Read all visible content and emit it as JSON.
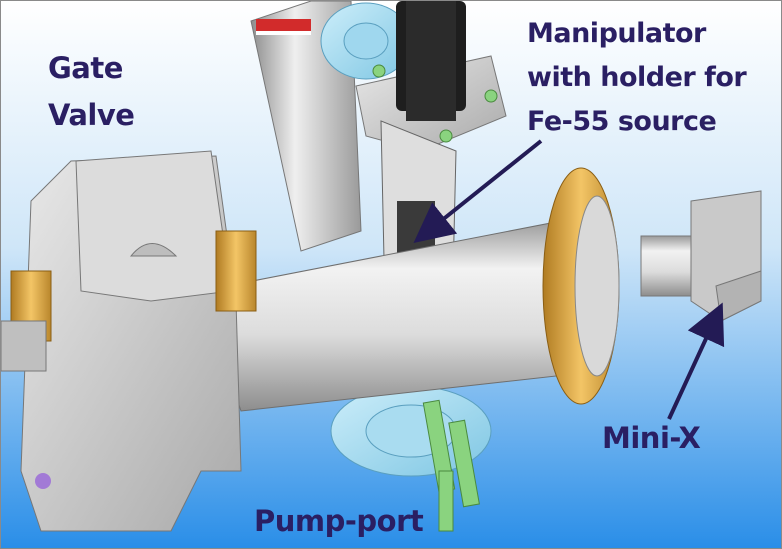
{
  "labels": {
    "gate_valve_line1": "Gate",
    "gate_valve_line2": "Valve",
    "manipulator_line1": "Manipulator",
    "manipulator_line2": "with holder for",
    "manipulator_line3": "Fe-55 source",
    "mini_x": "Mini-X",
    "pump_port": "Pump-port"
  },
  "colors": {
    "label_text": "#2a1f63",
    "arrow": "#231b55",
    "flange_gold": "#e8b04a",
    "bg_top": "#ffffff",
    "bg_bottom": "#2a8ee8"
  }
}
